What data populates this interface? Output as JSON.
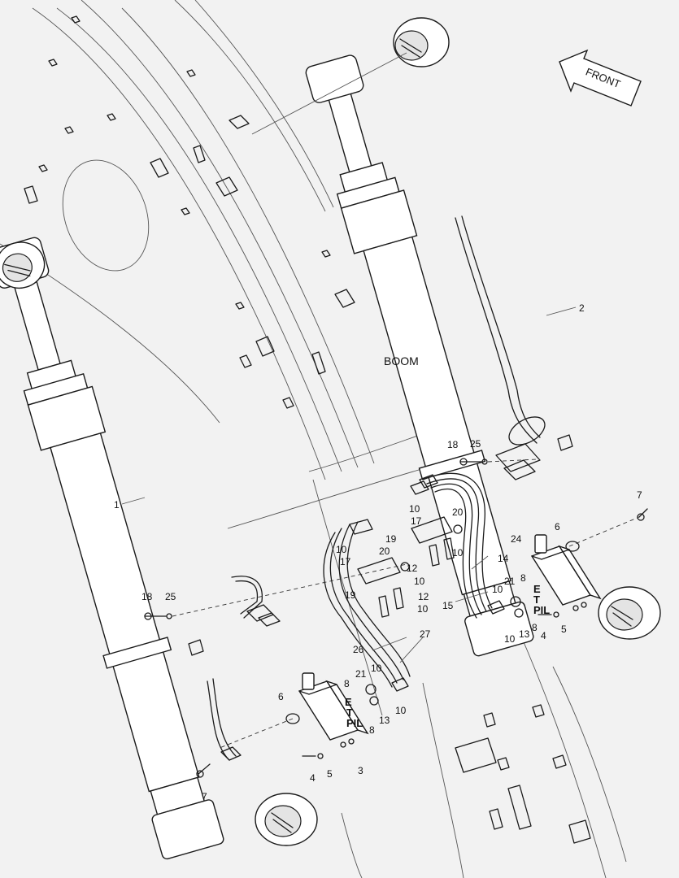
{
  "labels": {
    "boom": "BOOM",
    "front": "FRONT",
    "port_e": "E",
    "port_t": "T",
    "port_pil": "PIL"
  },
  "callouts": [
    {
      "id": "c1",
      "text": "1"
    },
    {
      "id": "c2",
      "text": "2"
    },
    {
      "id": "c3",
      "text": "3"
    },
    {
      "id": "c4a",
      "text": "4"
    },
    {
      "id": "c4b",
      "text": "4"
    },
    {
      "id": "c5a",
      "text": "5"
    },
    {
      "id": "c5b",
      "text": "5"
    },
    {
      "id": "c6a",
      "text": "6"
    },
    {
      "id": "c6b",
      "text": "6"
    },
    {
      "id": "c7a",
      "text": "7"
    },
    {
      "id": "c7b",
      "text": "7"
    },
    {
      "id": "c8a",
      "text": "8"
    },
    {
      "id": "c8b",
      "text": "8"
    },
    {
      "id": "c8c",
      "text": "8"
    },
    {
      "id": "c8d",
      "text": "8"
    },
    {
      "id": "c10a",
      "text": "10"
    },
    {
      "id": "c10b",
      "text": "10"
    },
    {
      "id": "c10c",
      "text": "10"
    },
    {
      "id": "c10d",
      "text": "10"
    },
    {
      "id": "c10e",
      "text": "10"
    },
    {
      "id": "c10f",
      "text": "10"
    },
    {
      "id": "c10g",
      "text": "10"
    },
    {
      "id": "c10h",
      "text": "10"
    },
    {
      "id": "c10i",
      "text": "10"
    },
    {
      "id": "c12a",
      "text": "12"
    },
    {
      "id": "c12b",
      "text": "12"
    },
    {
      "id": "c13a",
      "text": "13"
    },
    {
      "id": "c13b",
      "text": "13"
    },
    {
      "id": "c14",
      "text": "14"
    },
    {
      "id": "c15",
      "text": "15"
    },
    {
      "id": "c17a",
      "text": "17"
    },
    {
      "id": "c17b",
      "text": "17"
    },
    {
      "id": "c18a",
      "text": "18"
    },
    {
      "id": "c18b",
      "text": "18"
    },
    {
      "id": "c19a",
      "text": "19"
    },
    {
      "id": "c19b",
      "text": "19"
    },
    {
      "id": "c20a",
      "text": "20"
    },
    {
      "id": "c20b",
      "text": "20"
    },
    {
      "id": "c21a",
      "text": "21"
    },
    {
      "id": "c21b",
      "text": "21"
    },
    {
      "id": "c24",
      "text": "24"
    },
    {
      "id": "c25a",
      "text": "25"
    },
    {
      "id": "c25b",
      "text": "25"
    },
    {
      "id": "c26",
      "text": "26"
    },
    {
      "id": "c27",
      "text": "27"
    }
  ]
}
